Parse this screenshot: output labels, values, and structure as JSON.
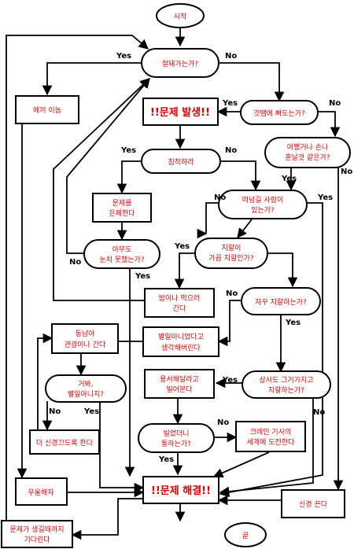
{
  "nodes": {
    "start": "시작",
    "going_well": "잘돼가는가?",
    "dont_touch": "에끼 이놈",
    "problem": "!!문제 발생!!",
    "your_fault": "것땜에 빠도는가?",
    "serious": [
      "어쨌거나 손나",
      "혼날것 같은가?"
    ],
    "calm_down": "침착하라",
    "hide": [
      "문제를",
      "은폐한다"
    ],
    "pass_blame": [
      "떠넘길 사람이",
      "있는가?"
    ],
    "nobody_knows": [
      "아무도",
      "눈치 못챘는가?"
    ],
    "boss_scold": [
      "지랄이",
      "가끔 지랄인가?"
    ],
    "go_eat": [
      "밥이나 먹으러",
      "간다"
    ],
    "scold_often": "자꾸 지랄하는가?",
    "tour": [
      "동남아",
      "관광이나 간다"
    ],
    "think_not_fault": [
      "별일아니었다고",
      "생각해버린다"
    ],
    "refuse": [
      "거봐,",
      "별일아니지?"
    ],
    "boss_too": [
      "상사도 그거가지고",
      "지랄하는가?"
    ],
    "ask_forgive": [
      "용서해달라고",
      "빌어본다"
    ],
    "try_harder": "더 신경끄도록 한다",
    "begged": [
      "빌었더니",
      "통하는가?"
    ],
    "crane": [
      "크레인 기사의",
      "세계에 도전한다"
    ],
    "depressed": "우울해자",
    "solved": "!!문제 해결!!",
    "stop_caring": "신경 끈다",
    "wait": [
      "문제가 생길때까지",
      "기다린다"
    ],
    "end": "끝"
  },
  "labels": {
    "yes": "Yes",
    "no": "No"
  }
}
